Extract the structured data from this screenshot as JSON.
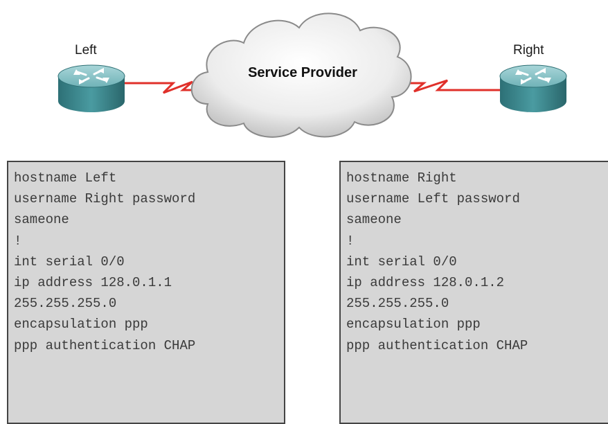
{
  "diagram": {
    "left_router_label": "Left",
    "right_router_label": "Right",
    "cloud_label": "Service Provider",
    "colors": {
      "link": "#e0302a",
      "router_body": "#3f8f95",
      "cloud_fill": "#eeeeee",
      "config_bg": "#d6d6d6"
    }
  },
  "config_left": {
    "lines": [
      "hostname Left",
      "username Right password",
      "sameone",
      "!",
      "int serial 0/0",
      "ip address 128.0.1.1",
      "255.255.255.0",
      "encapsulation ppp",
      "ppp authentication CHAP"
    ]
  },
  "config_right": {
    "lines": [
      "hostname Right",
      "username Left password",
      "sameone",
      "!",
      "int serial 0/0",
      "ip address 128.0.1.2",
      "255.255.255.0",
      "encapsulation ppp",
      "ppp authentication CHAP"
    ]
  }
}
